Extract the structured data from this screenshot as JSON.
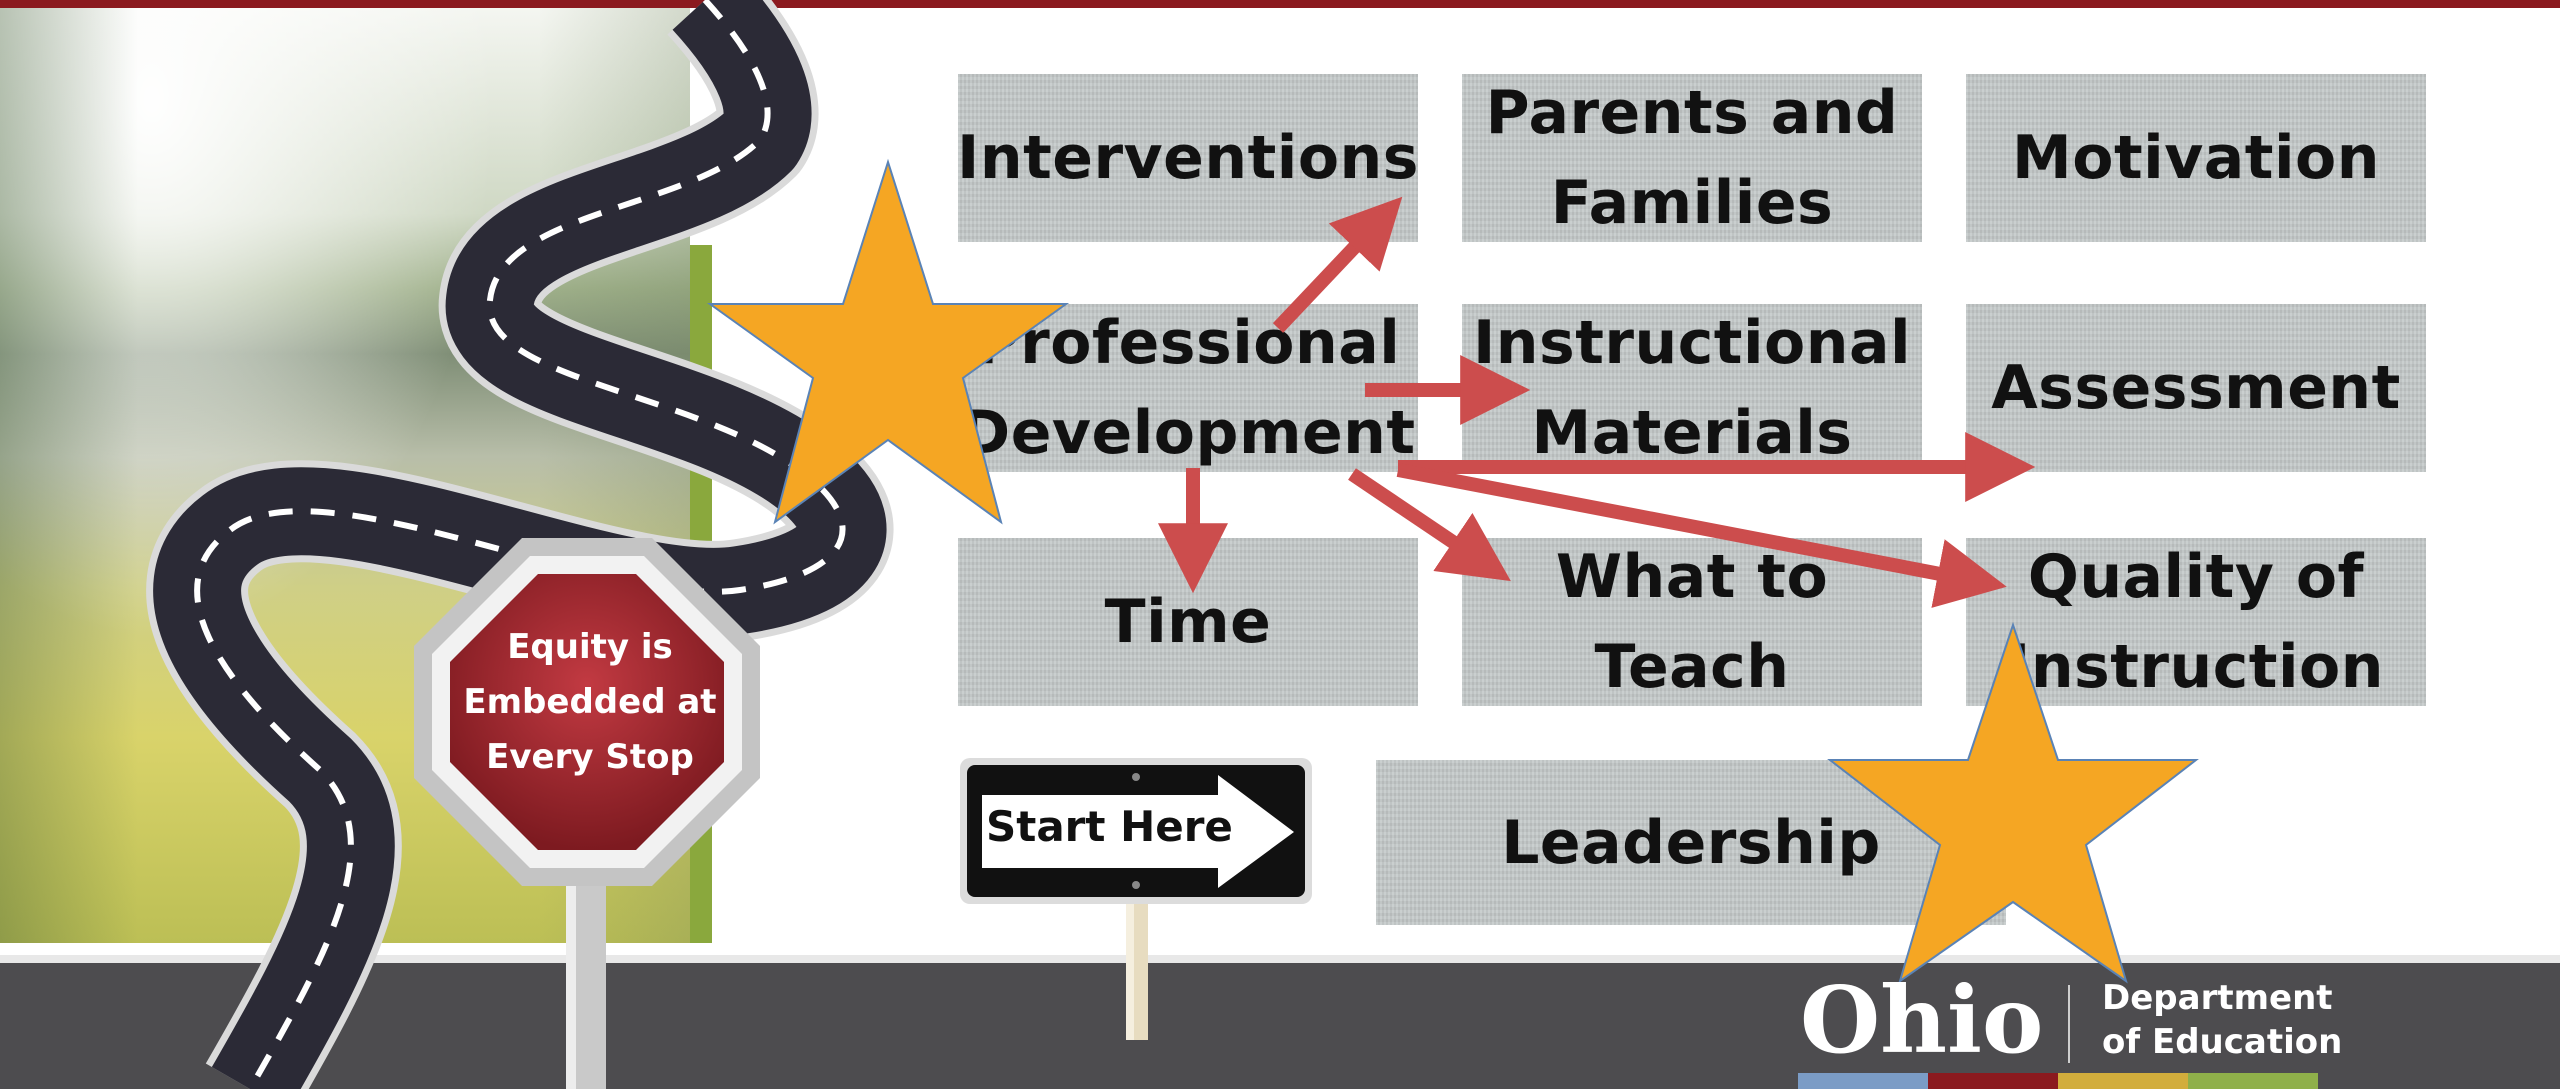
{
  "tiles": [
    {
      "id": "interventions",
      "lines": [
        "Interventions"
      ]
    },
    {
      "id": "parents-and-families",
      "lines": [
        "Parents and",
        "Families"
      ]
    },
    {
      "id": "motivation",
      "lines": [
        "Motivation"
      ]
    },
    {
      "id": "professional-development",
      "lines": [
        "Professional",
        "Development"
      ]
    },
    {
      "id": "instructional-materials",
      "lines": [
        "Instructional",
        "Materials"
      ]
    },
    {
      "id": "assessment",
      "lines": [
        "Assessment"
      ]
    },
    {
      "id": "time",
      "lines": [
        "Time"
      ]
    },
    {
      "id": "what-to-teach",
      "lines": [
        "What to Teach"
      ]
    },
    {
      "id": "quality-of-instruction",
      "lines": [
        "Quality of",
        "Instruction"
      ]
    },
    {
      "id": "leadership",
      "lines": [
        "Leadership"
      ]
    }
  ],
  "stop_sign": {
    "lines": [
      "Equity is",
      "Embedded at",
      "Every Stop"
    ]
  },
  "start_sign": {
    "label": "Start Here"
  },
  "logo": {
    "wordmark": "Ohio",
    "line1": "Department",
    "line2": "of Education"
  },
  "colors": {
    "accent_bar": "#8b1a1f",
    "arrow": "#cc4d4d",
    "star": "#f5a623",
    "stop_sign": "#a3232b",
    "footer": "#4d4c4f",
    "logo_stripes": [
      "#7b9cc6",
      "#8b1a1f",
      "#d2ad3c",
      "#8fb04a"
    ]
  },
  "icons": [
    "road-icon",
    "stop-sign-icon",
    "start-here-sign-icon",
    "star-icon",
    "arrow-icon",
    "ohio-logo-icon"
  ]
}
